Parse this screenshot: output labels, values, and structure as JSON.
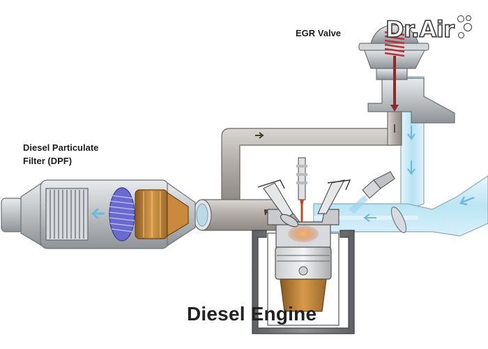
{
  "labels": {
    "egr_valve": "EGR Valve",
    "dpf_line1": "Diesel Particulate",
    "dpf_line2": "Filter (DPF)",
    "engine": "Diesel Engine"
  },
  "logo": {
    "text": "Dr.Air"
  },
  "colors": {
    "exhaust_gray": "#a8a3a0",
    "intake_blue": "#b8e4f5",
    "engine_block": "#7d7f82",
    "dpf_body": "#b9bcc0",
    "filter_core": "#c28a3e",
    "coil": "#5b5bbd",
    "spring_red": "#b8323c"
  }
}
